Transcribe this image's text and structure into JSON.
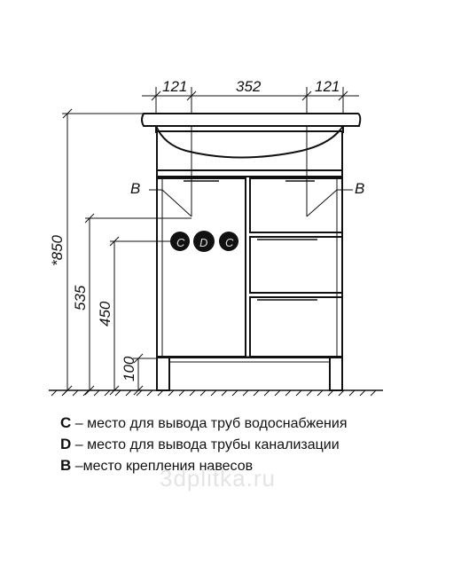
{
  "dimensions": {
    "top_left": "121",
    "top_center": "352",
    "top_right": "121",
    "height_total": "*850",
    "height_535": "535",
    "height_450": "450",
    "height_100": "100"
  },
  "markers": {
    "hinge_left": "B",
    "hinge_right": "B",
    "pipe_c1": "C",
    "pipe_d": "D",
    "pipe_c2": "C"
  },
  "legend": [
    {
      "key": "C",
      "text": " – место для вывода труб водоснабжения"
    },
    {
      "key": "D",
      "text": " – место для вывода трубы канализации"
    },
    {
      "key": "B",
      "text": " –место крепления навесов"
    }
  ],
  "watermarks": {
    "site": "3dplitka.ru"
  }
}
